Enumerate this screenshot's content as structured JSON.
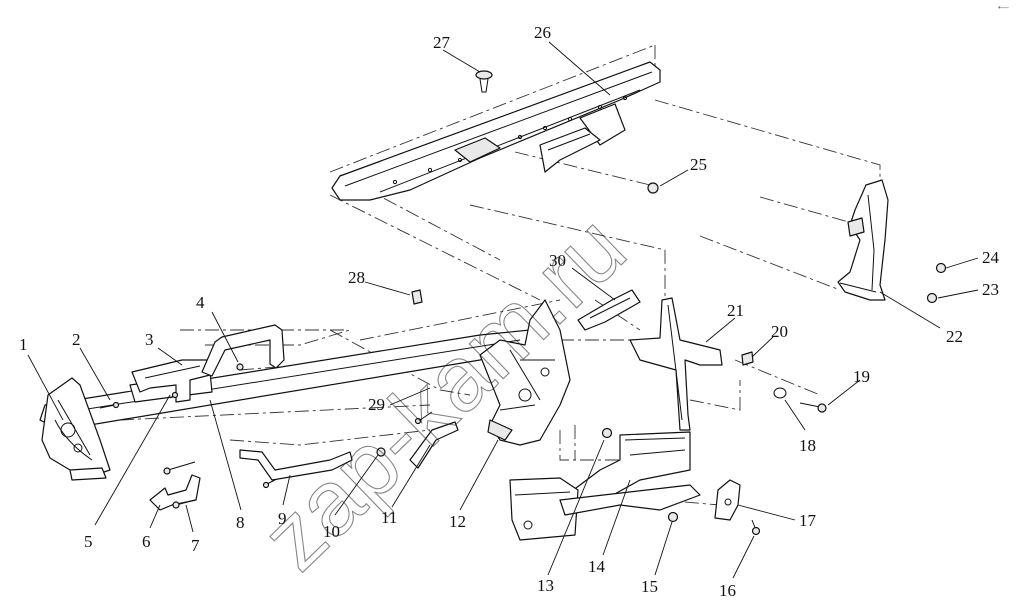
{
  "watermark": "zap-kam.ru",
  "corner_mark": "•—",
  "callouts": [
    "1",
    "2",
    "3",
    "4",
    "5",
    "6",
    "7",
    "8",
    "9",
    "10",
    "11",
    "12",
    "13",
    "14",
    "15",
    "16",
    "17",
    "18",
    "19",
    "20",
    "21",
    "22",
    "23",
    "24",
    "25",
    "26",
    "27",
    "28",
    "29",
    "30"
  ]
}
